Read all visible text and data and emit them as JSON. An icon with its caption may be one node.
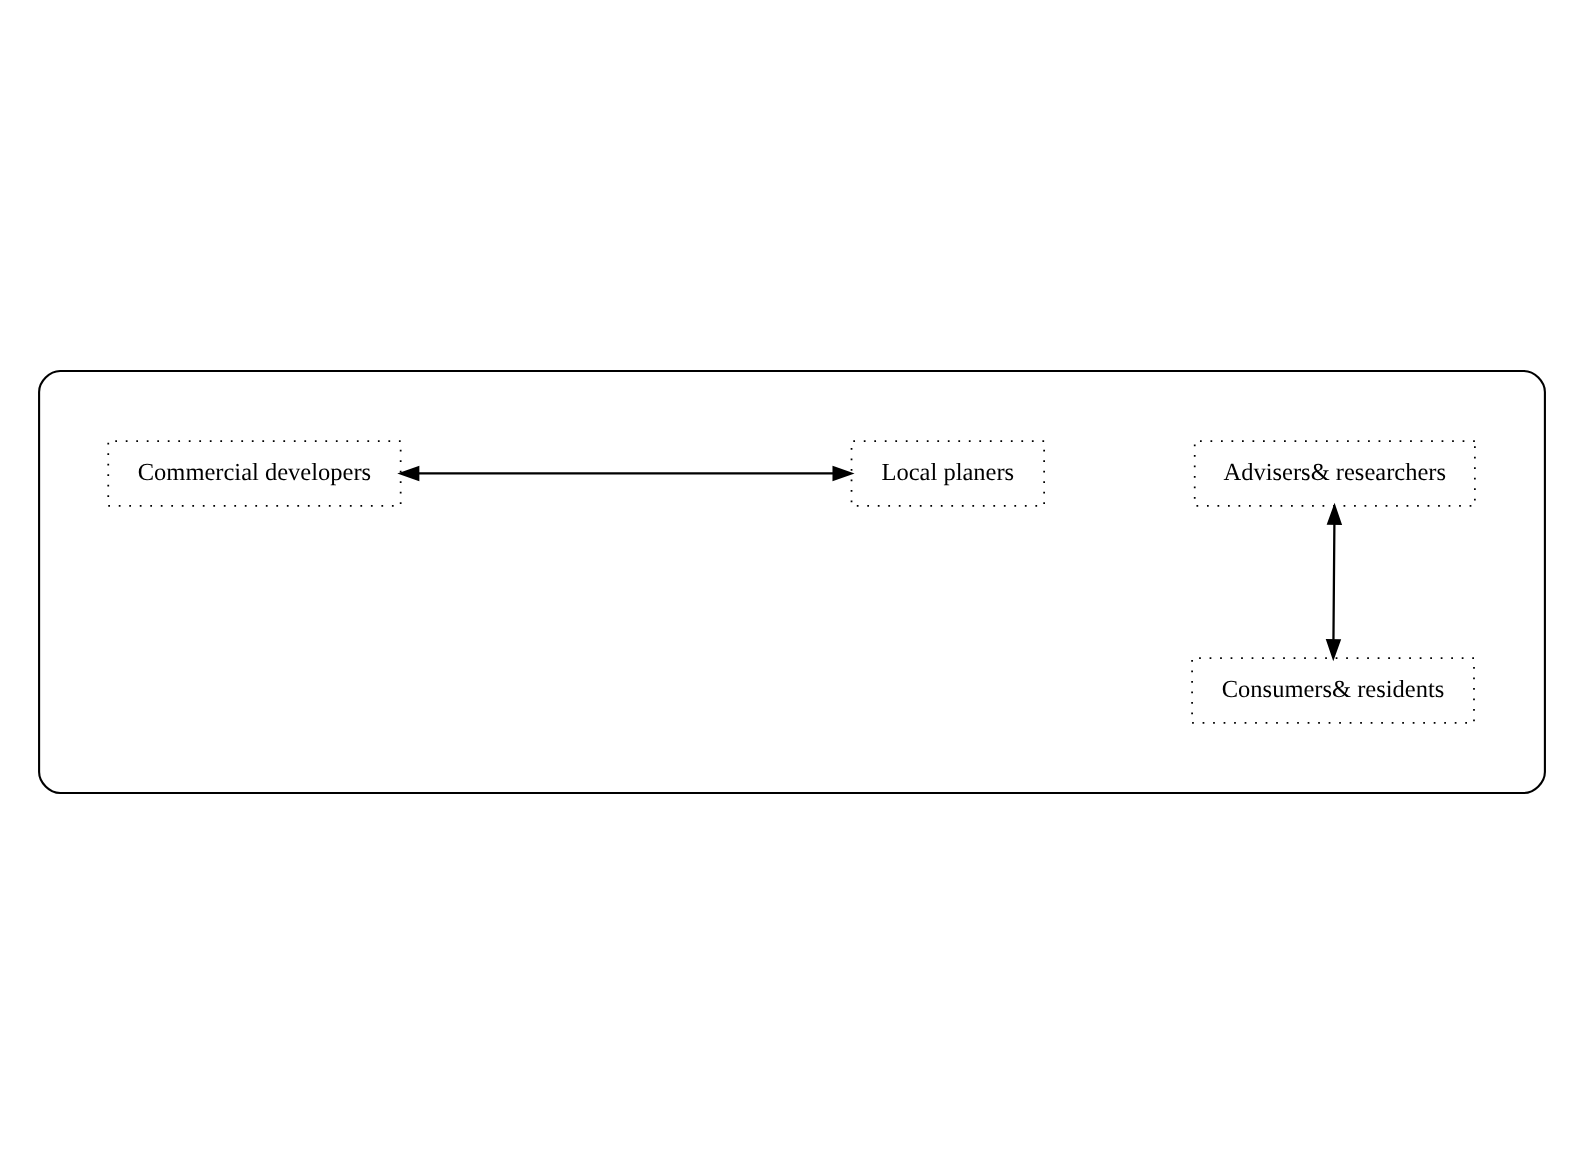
{
  "diagram": {
    "nodes": [
      {
        "text": [],
        "shape": "ellipse"
      },
      {
        "text": [
          "Advisers& researchers"
        ],
        "in": 0
      },
      {
        "text": [
          "Commercial developers"
        ],
        "in": 0
      },
      {
        "text": [
          "Local planers"
        ],
        "in": 0
      },
      {
        "text": [
          "Consumers& residents"
        ],
        "in": 0
      }
    ],
    "edges": [
      {
        "from": 1,
        "to": 4,
        "arrow": "both"
      },
      {
        "from": 2,
        "to": 3,
        "arrow": "both"
      }
    ]
  }
}
